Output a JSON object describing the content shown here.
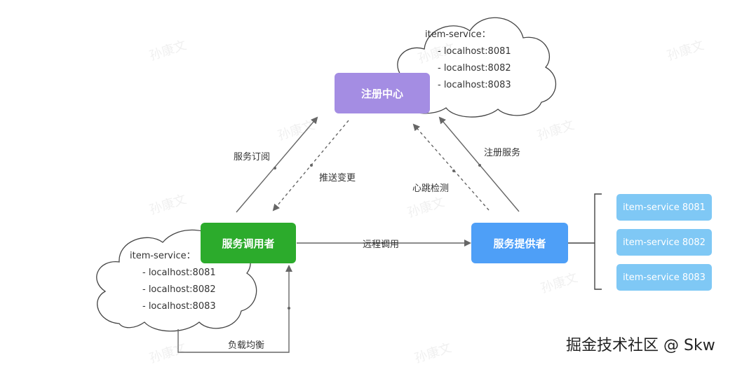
{
  "nodes": {
    "registry": "注册中心",
    "consumer": "服务调用者",
    "provider": "服务提供者"
  },
  "provider_instances": [
    "item-service 8081",
    "item-service 8082",
    "item-service 8083"
  ],
  "registry_cloud": {
    "title": "item-service：",
    "entries": [
      "- localhost:8081",
      "- localhost:8082",
      "- localhost:8083"
    ]
  },
  "consumer_cloud": {
    "title": "item-service：",
    "entries": [
      "- localhost:8081",
      "- localhost:8082",
      "- localhost:8083"
    ]
  },
  "edges": {
    "subscribe": "服务订阅",
    "push_change": "推送变更",
    "heartbeat": "心跳检测",
    "register": "注册服务",
    "remote_call": "远程调用",
    "load_balance": "负载均衡"
  },
  "watermark": "孙康文",
  "credit": "掘金技术社区 @ Skw",
  "colors": {
    "registry": "#a48de3",
    "consumer": "#2cab2c",
    "provider": "#4e9ff7",
    "instance": "#7fc8f5",
    "arrow": "#666666"
  }
}
